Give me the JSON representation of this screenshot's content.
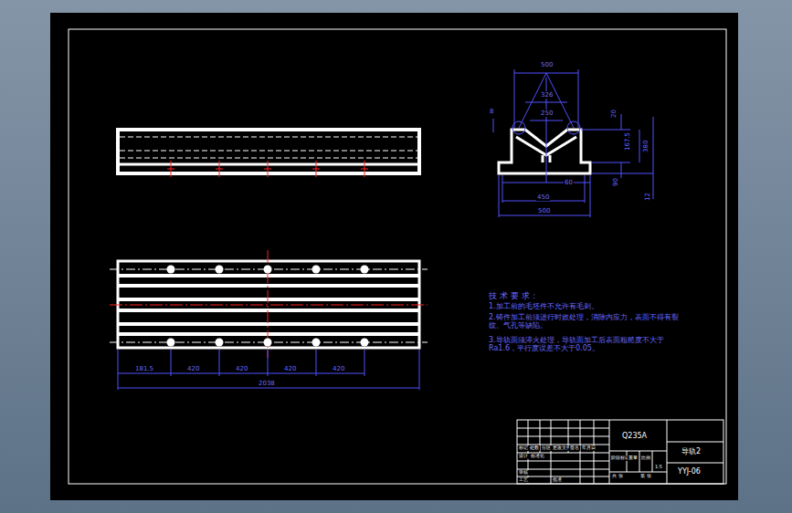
{
  "diagram": {
    "labels": [
      "500",
      "326",
      "250",
      "8",
      "20",
      "167.5",
      "380",
      "90",
      "12",
      "450",
      "60",
      "500",
      "181.5",
      "420",
      "420",
      "420",
      "420",
      "2038",
      "技 术 要 求：",
      "1.加工前的毛坯件不允许有毛刺。",
      "2.铸件加工前须进行时效处理，消除内应力，表面不得有裂纹、气孔等缺陷。",
      "3.导轨面须淬火处理，导轨面加工后表面粗糙度不大于Ra1.6，平行度误差不大于0.05。",
      "Q235A",
      "导轨2",
      "YYJ-06",
      "标记",
      "处数",
      "分区",
      "更改文件号",
      "签名",
      "年月日",
      "设计",
      "标准化",
      "审核",
      "工艺",
      "批准",
      "阶段标记",
      "重量",
      "比例",
      "1:5",
      "共 张",
      "第 张"
    ]
  }
}
